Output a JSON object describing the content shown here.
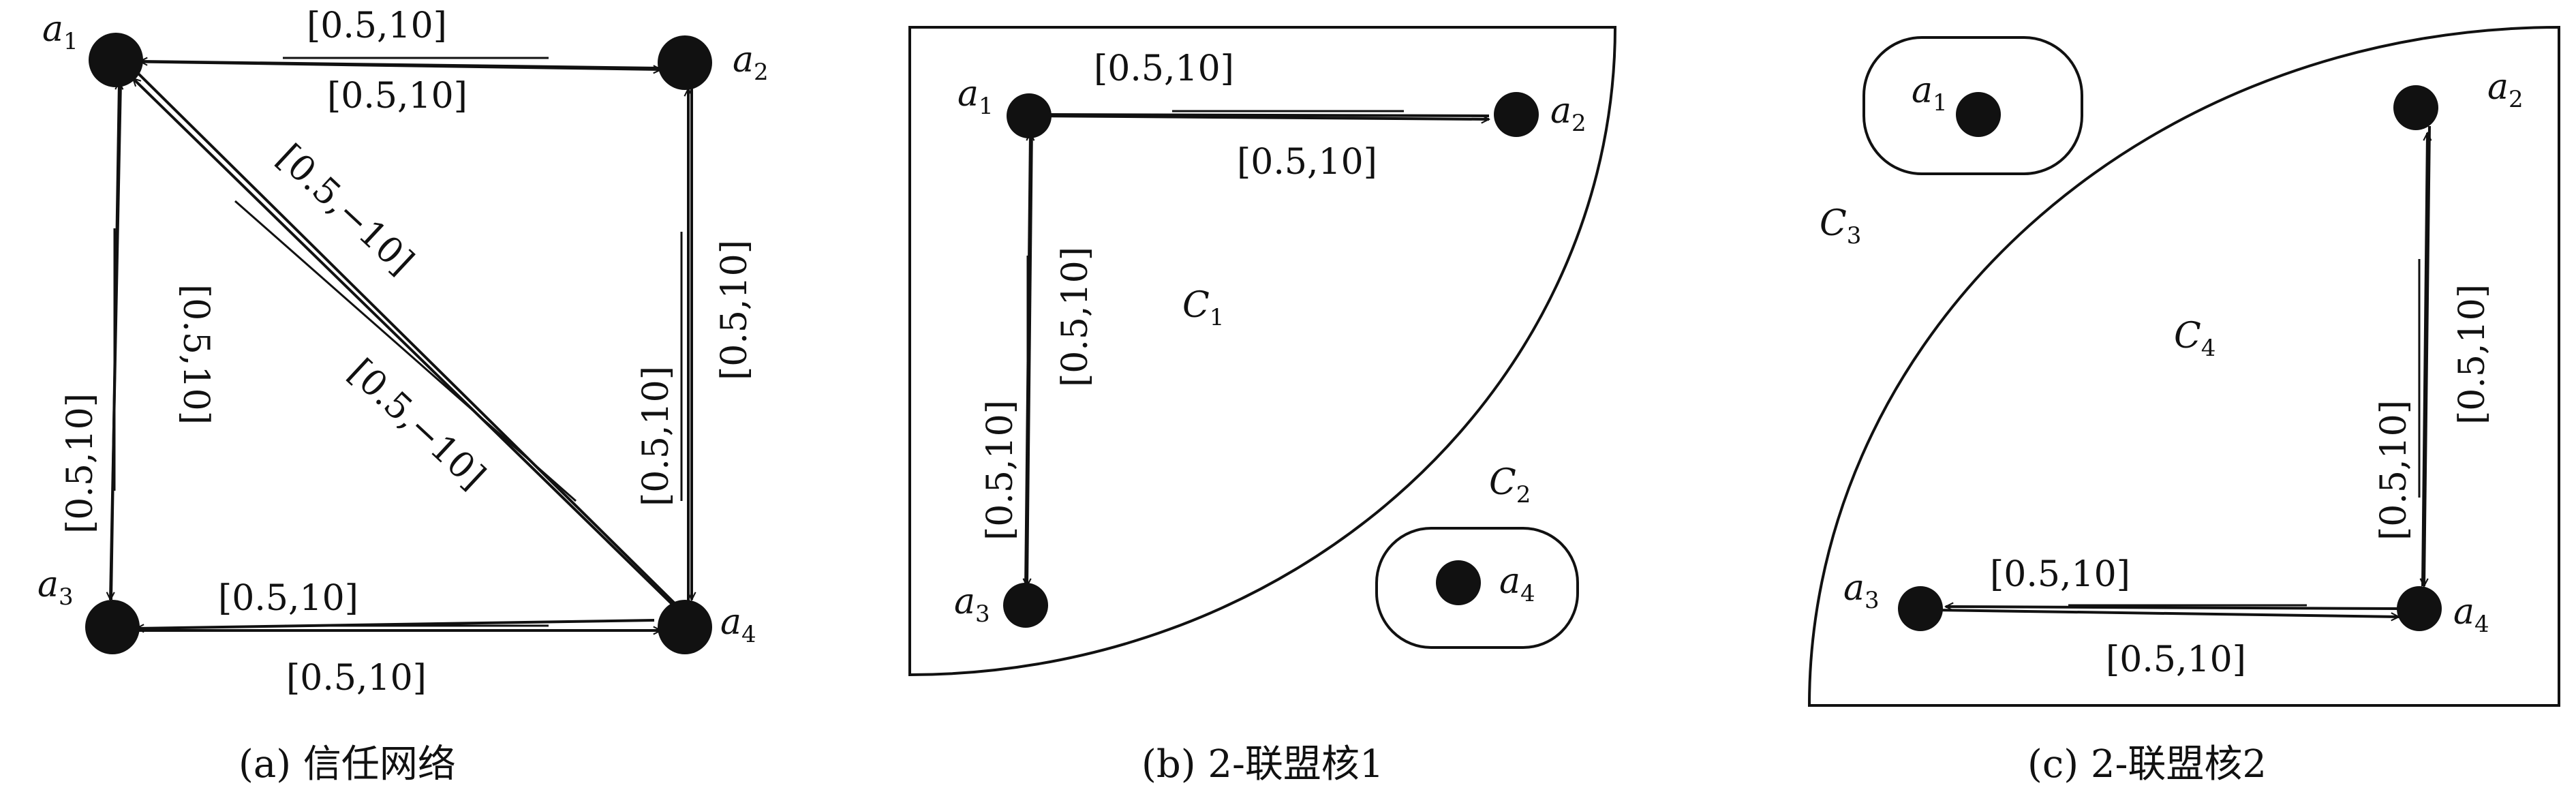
{
  "panels": [
    {
      "caption": "(a) 信任网络",
      "nodes": [
        {
          "label": "a",
          "sub": "1"
        },
        {
          "label": "a",
          "sub": "2"
        },
        {
          "label": "a",
          "sub": "3"
        },
        {
          "label": "a",
          "sub": "4"
        }
      ],
      "edges": [
        {
          "from": "a2",
          "to": "a1",
          "label": "[0.5,10]"
        },
        {
          "from": "a1",
          "to": "a2",
          "label": "[0.5,10]"
        },
        {
          "from": "a3",
          "to": "a1",
          "label": "[0.5,10]"
        },
        {
          "from": "a1",
          "to": "a3",
          "label": "[0.5,10]"
        },
        {
          "from": "a4",
          "to": "a1",
          "label": "[0.5,−10]"
        },
        {
          "from": "a1",
          "to": "a4",
          "label": "[0.5,−10]"
        },
        {
          "from": "a4",
          "to": "a2",
          "label": "[0.5,10]"
        },
        {
          "from": "a2",
          "to": "a4",
          "label": "[0.5,10]"
        },
        {
          "from": "a4",
          "to": "a3",
          "label": "[0.5,10]"
        },
        {
          "from": "a3",
          "to": "a4",
          "label": "[0.5,10]"
        }
      ]
    },
    {
      "caption": "(b) 2-联盟核1",
      "coalitions": [
        {
          "label": "C",
          "sub": "1"
        },
        {
          "label": "C",
          "sub": "2"
        }
      ],
      "nodes": [
        {
          "label": "a",
          "sub": "1"
        },
        {
          "label": "a",
          "sub": "2"
        },
        {
          "label": "a",
          "sub": "3"
        },
        {
          "label": "a",
          "sub": "4"
        }
      ],
      "edges": [
        {
          "from": "a2",
          "to": "a1",
          "label": "[0.5,10]"
        },
        {
          "from": "a1",
          "to": "a2",
          "label": "[0.5,10]"
        },
        {
          "from": "a3",
          "to": "a1",
          "label": "[0.5,10]"
        },
        {
          "from": "a1",
          "to": "a3",
          "label": "[0.5,10]"
        }
      ]
    },
    {
      "caption": "(c) 2-联盟核2",
      "coalitions": [
        {
          "label": "C",
          "sub": "3"
        },
        {
          "label": "C",
          "sub": "4"
        }
      ],
      "nodes": [
        {
          "label": "a",
          "sub": "1"
        },
        {
          "label": "a",
          "sub": "2"
        },
        {
          "label": "a",
          "sub": "3"
        },
        {
          "label": "a",
          "sub": "4"
        }
      ],
      "edges": [
        {
          "from": "a4",
          "to": "a2",
          "label": "[0.5,10]"
        },
        {
          "from": "a2",
          "to": "a4",
          "label": "[0.5,10]"
        },
        {
          "from": "a4",
          "to": "a3",
          "label": "[0.5,10]"
        },
        {
          "from": "a3",
          "to": "a4",
          "label": "[0.5,10]"
        }
      ]
    }
  ]
}
